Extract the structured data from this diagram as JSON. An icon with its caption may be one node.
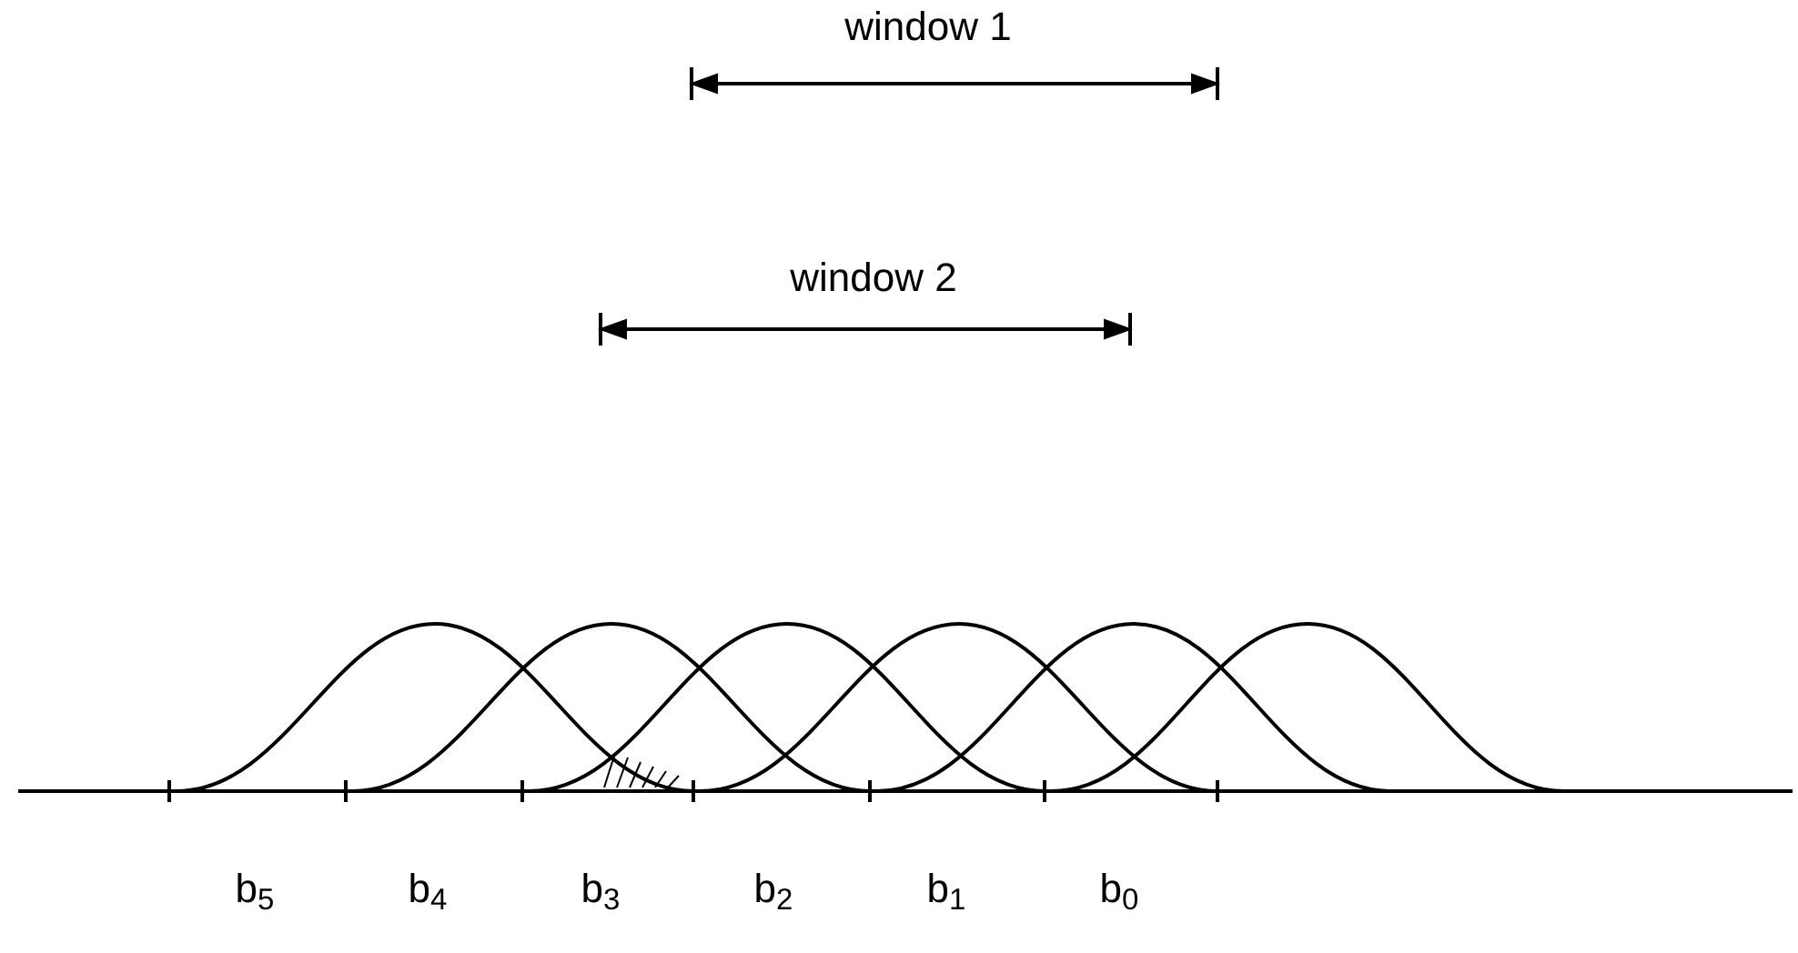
{
  "diagram": {
    "labels": [
      "window 1",
      "window 2",
      "b$_{5}$",
      "b$_{4}$",
      "b$_{3}$",
      "b$_{2}$",
      "b$_{1}$",
      "b$_{0}$"
    ]
  }
}
